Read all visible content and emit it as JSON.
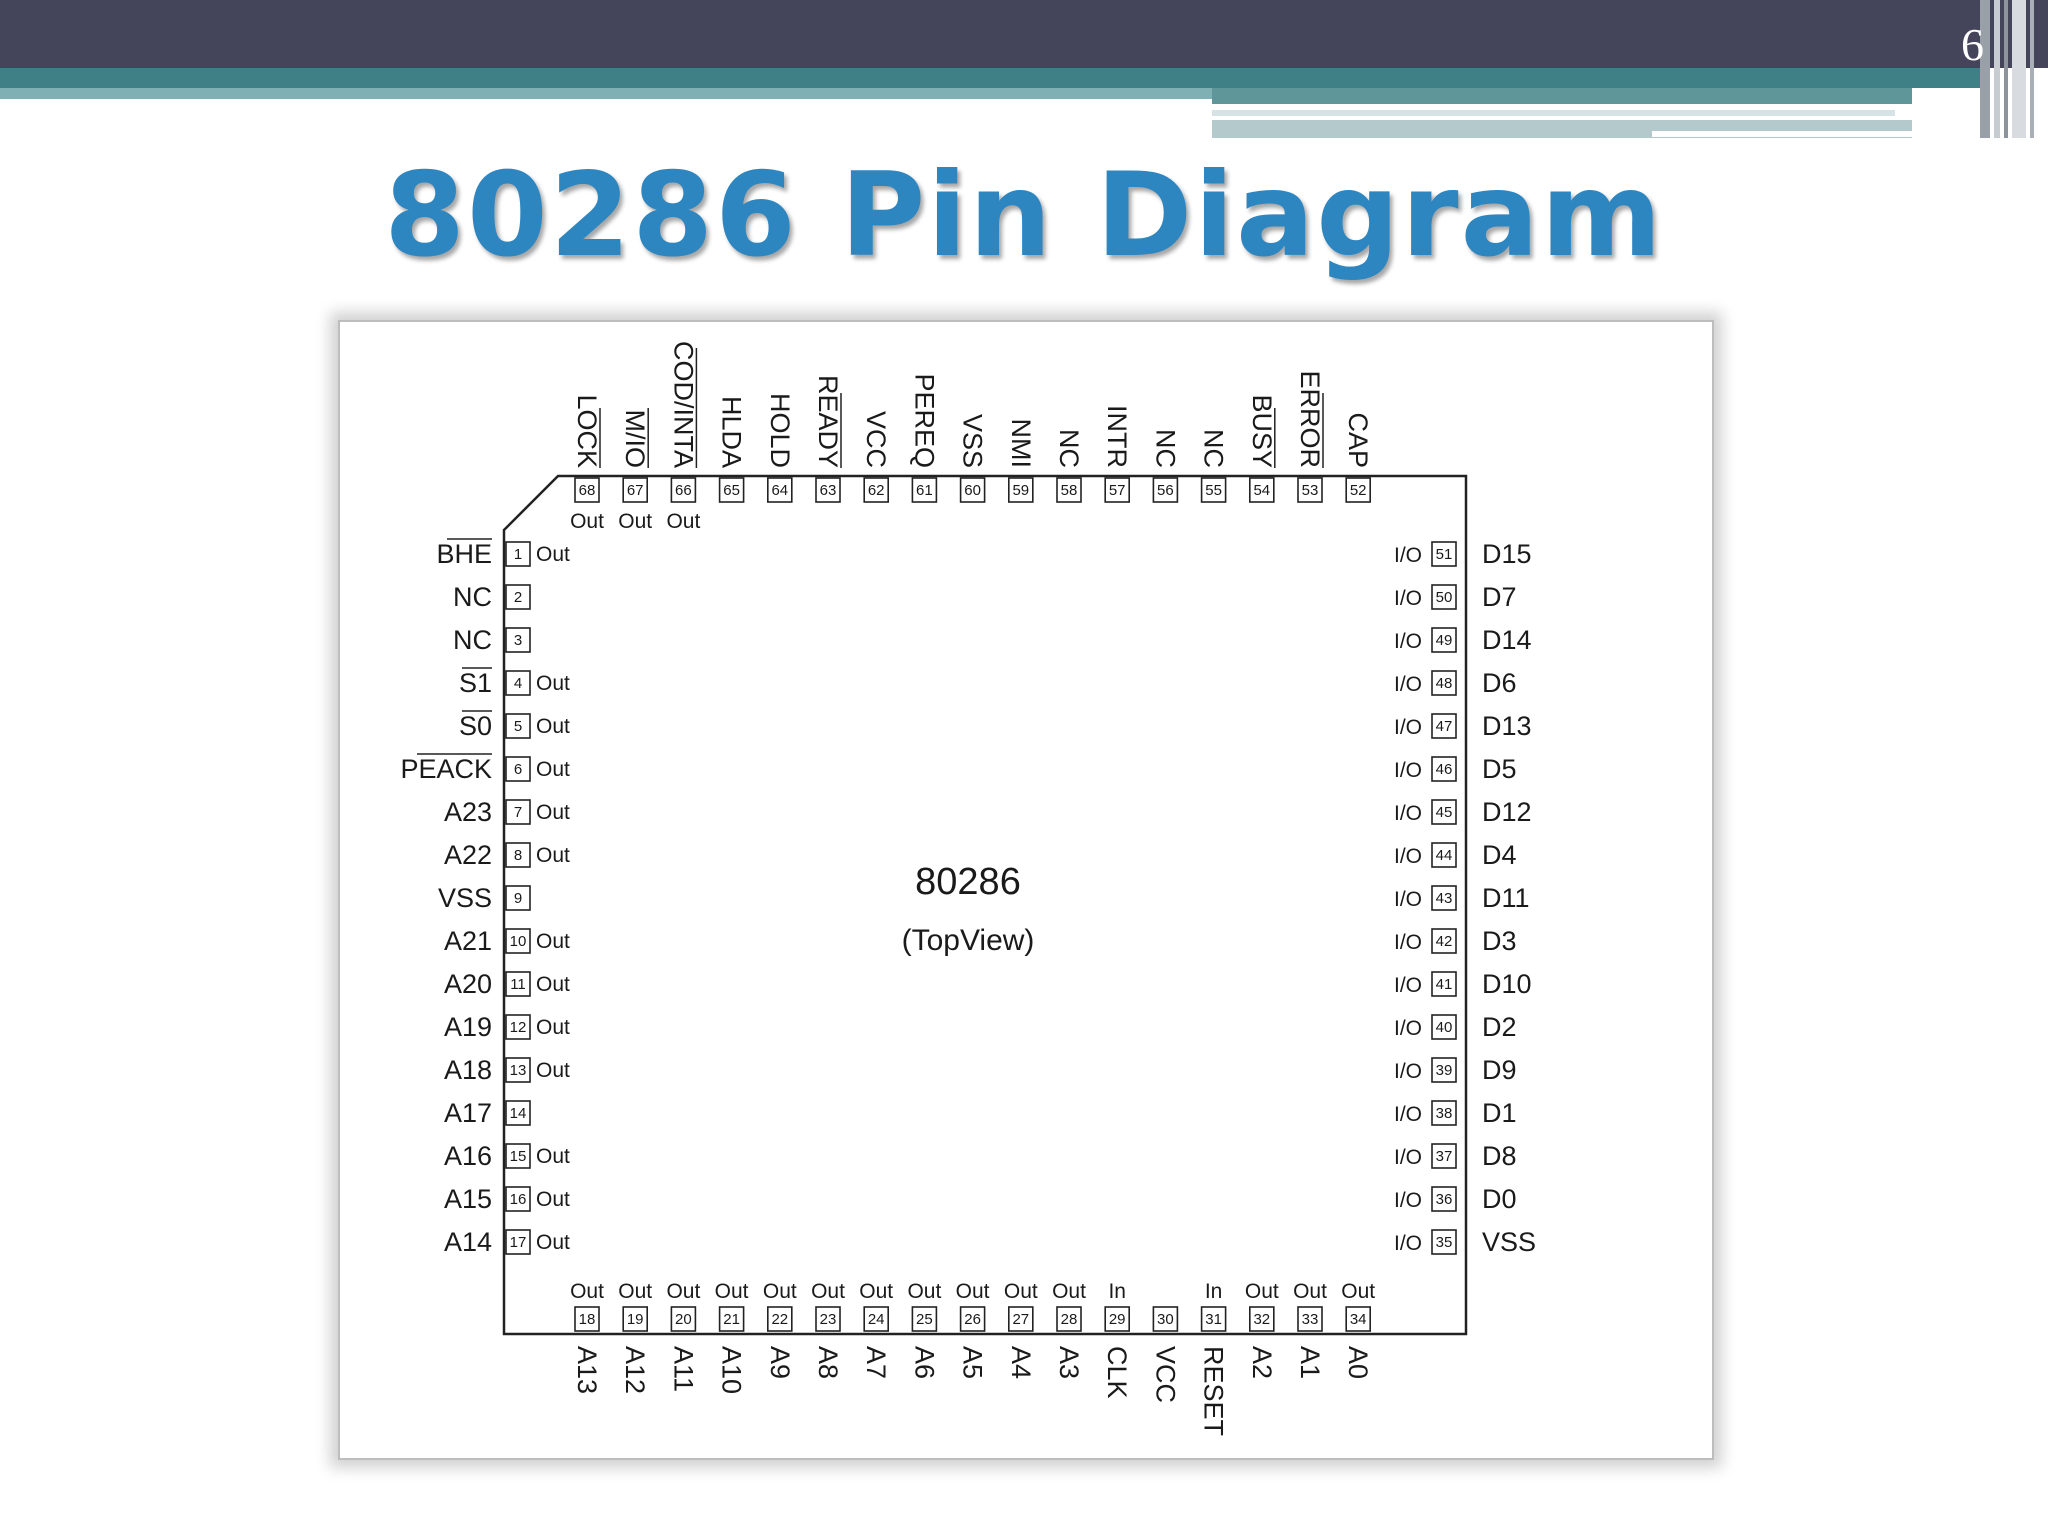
{
  "slide_number": "6",
  "title": "80286 Pin Diagram",
  "chip": {
    "name": "80286",
    "view": "(TopView)"
  },
  "pins_left": [
    {
      "num": "1",
      "name": "BHE",
      "dir": "Out",
      "bar": true
    },
    {
      "num": "2",
      "name": "NC",
      "dir": ""
    },
    {
      "num": "3",
      "name": "NC",
      "dir": ""
    },
    {
      "num": "4",
      "name": "S1",
      "dir": "Out",
      "bar": true
    },
    {
      "num": "5",
      "name": "S0",
      "dir": "Out",
      "bar": true
    },
    {
      "num": "6",
      "name": "PEACK",
      "dir": "Out",
      "bar": true
    },
    {
      "num": "7",
      "name": "A23",
      "dir": "Out"
    },
    {
      "num": "8",
      "name": "A22",
      "dir": "Out"
    },
    {
      "num": "9",
      "name": "VSS",
      "dir": ""
    },
    {
      "num": "10",
      "name": "A21",
      "dir": "Out"
    },
    {
      "num": "11",
      "name": "A20",
      "dir": "Out"
    },
    {
      "num": "12",
      "name": "A19",
      "dir": "Out"
    },
    {
      "num": "13",
      "name": "A18",
      "dir": "Out"
    },
    {
      "num": "14",
      "name": "A17",
      "dir": ""
    },
    {
      "num": "15",
      "name": "A16",
      "dir": "Out"
    },
    {
      "num": "16",
      "name": "A15",
      "dir": "Out"
    },
    {
      "num": "17",
      "name": "A14",
      "dir": "Out"
    }
  ],
  "pins_right": [
    {
      "num": "51",
      "name": "D15",
      "dir": "I/O"
    },
    {
      "num": "50",
      "name": "D7",
      "dir": "I/O"
    },
    {
      "num": "49",
      "name": "D14",
      "dir": "I/O"
    },
    {
      "num": "48",
      "name": "D6",
      "dir": "I/O"
    },
    {
      "num": "47",
      "name": "D13",
      "dir": "I/O"
    },
    {
      "num": "46",
      "name": "D5",
      "dir": "I/O"
    },
    {
      "num": "45",
      "name": "D12",
      "dir": "I/O"
    },
    {
      "num": "44",
      "name": "D4",
      "dir": "I/O"
    },
    {
      "num": "43",
      "name": "D11",
      "dir": "I/O"
    },
    {
      "num": "42",
      "name": "D3",
      "dir": "I/O"
    },
    {
      "num": "41",
      "name": "D10",
      "dir": "I/O"
    },
    {
      "num": "40",
      "name": "D2",
      "dir": "I/O"
    },
    {
      "num": "39",
      "name": "D9",
      "dir": "I/O"
    },
    {
      "num": "38",
      "name": "D1",
      "dir": "I/O"
    },
    {
      "num": "37",
      "name": "D8",
      "dir": "I/O"
    },
    {
      "num": "36",
      "name": "D0",
      "dir": "I/O"
    },
    {
      "num": "35",
      "name": "VSS",
      "dir": "I/O"
    }
  ],
  "pins_top": [
    {
      "num": "68",
      "name": "LOCK",
      "dir": "Out",
      "bar": true
    },
    {
      "num": "67",
      "name": "M/IO",
      "dir": "Out",
      "bar": true
    },
    {
      "num": "66",
      "name": "COD/INTA",
      "dir": "Out",
      "bar": true
    },
    {
      "num": "65",
      "name": "HLDA",
      "dir": ""
    },
    {
      "num": "64",
      "name": "HOLD",
      "dir": ""
    },
    {
      "num": "63",
      "name": "READY",
      "dir": "",
      "bar": true
    },
    {
      "num": "62",
      "name": "VCC",
      "dir": ""
    },
    {
      "num": "61",
      "name": "PEREQ",
      "dir": ""
    },
    {
      "num": "60",
      "name": "VSS",
      "dir": ""
    },
    {
      "num": "59",
      "name": "NMI",
      "dir": ""
    },
    {
      "num": "58",
      "name": "NC",
      "dir": ""
    },
    {
      "num": "57",
      "name": "INTR",
      "dir": ""
    },
    {
      "num": "56",
      "name": "NC",
      "dir": ""
    },
    {
      "num": "55",
      "name": "NC",
      "dir": ""
    },
    {
      "num": "54",
      "name": "BUSY",
      "dir": "",
      "bar": true
    },
    {
      "num": "53",
      "name": "ERROR",
      "dir": "",
      "bar": true
    },
    {
      "num": "52",
      "name": "CAP",
      "dir": ""
    }
  ],
  "pins_bottom": [
    {
      "num": "18",
      "name": "A13",
      "dir": "Out"
    },
    {
      "num": "19",
      "name": "A12",
      "dir": "Out"
    },
    {
      "num": "20",
      "name": "A11",
      "dir": "Out"
    },
    {
      "num": "21",
      "name": "A10",
      "dir": "Out"
    },
    {
      "num": "22",
      "name": "A9",
      "dir": "Out"
    },
    {
      "num": "23",
      "name": "A8",
      "dir": "Out"
    },
    {
      "num": "24",
      "name": "A7",
      "dir": "Out"
    },
    {
      "num": "25",
      "name": "A6",
      "dir": "Out"
    },
    {
      "num": "26",
      "name": "A5",
      "dir": "Out"
    },
    {
      "num": "27",
      "name": "A4",
      "dir": "Out"
    },
    {
      "num": "28",
      "name": "A3",
      "dir": "Out"
    },
    {
      "num": "29",
      "name": "CLK",
      "dir": "In"
    },
    {
      "num": "30",
      "name": "VCC",
      "dir": ""
    },
    {
      "num": "31",
      "name": "RESET",
      "dir": "In"
    },
    {
      "num": "32",
      "name": "A2",
      "dir": "Out"
    },
    {
      "num": "33",
      "name": "A1",
      "dir": "Out"
    },
    {
      "num": "34",
      "name": "A0",
      "dir": "Out"
    }
  ]
}
